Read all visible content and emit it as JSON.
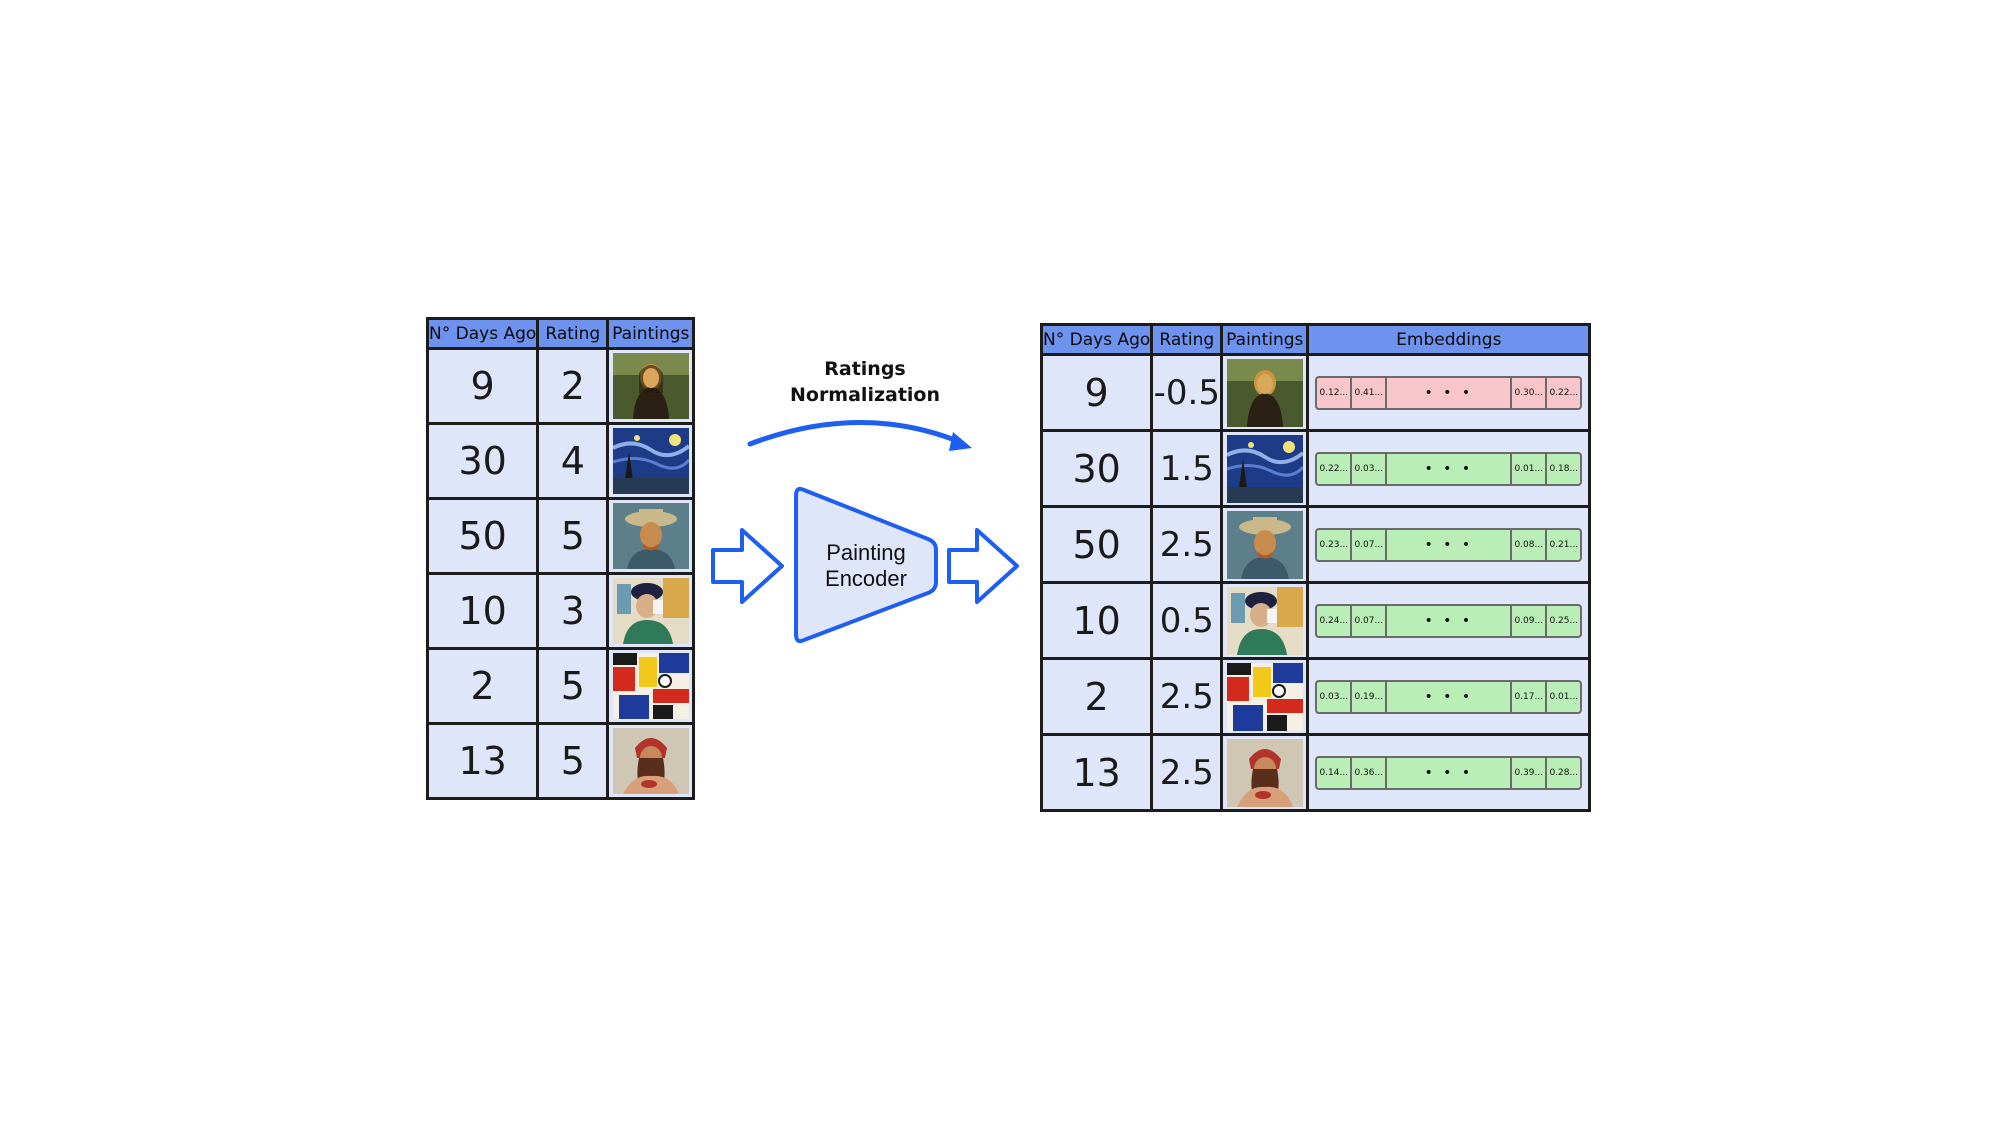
{
  "left_table": {
    "headers": [
      "N° Days Ago",
      "Rating",
      "Paintings"
    ],
    "rows": [
      {
        "days": "9",
        "rating": "2",
        "painting": "mona-lisa"
      },
      {
        "days": "30",
        "rating": "4",
        "painting": "starry-night"
      },
      {
        "days": "50",
        "rating": "5",
        "painting": "van-gogh-self-portrait"
      },
      {
        "days": "10",
        "rating": "3",
        "painting": "bandaged-ear-portrait"
      },
      {
        "days": "2",
        "rating": "5",
        "painting": "cubist-abstract"
      },
      {
        "days": "13",
        "rating": "5",
        "painting": "woman-red-headscarf"
      }
    ]
  },
  "normalization_label": {
    "line1": "Ratings",
    "line2": "Normalization"
  },
  "encoder": {
    "line1": "Painting",
    "line2": "Encoder"
  },
  "right_table": {
    "headers": [
      "N° Days Ago",
      "Rating",
      "Paintings",
      "Embeddings"
    ],
    "rows": [
      {
        "days": "9",
        "rating": "-0.5",
        "painting": "mona-lisa",
        "emb": [
          "0.12...",
          "0.41...",
          "• • •",
          "0.30...",
          "0.22..."
        ],
        "negative": true
      },
      {
        "days": "30",
        "rating": "1.5",
        "painting": "starry-night",
        "emb": [
          "0.22...",
          "0.03...",
          "• • •",
          "0.01...",
          "0.18..."
        ],
        "negative": false
      },
      {
        "days": "50",
        "rating": "2.5",
        "painting": "van-gogh-self-portrait",
        "emb": [
          "0.23...",
          "0.07...",
          "• • •",
          "0.08...",
          "0.21..."
        ],
        "negative": false
      },
      {
        "days": "10",
        "rating": "0.5",
        "painting": "bandaged-ear-portrait",
        "emb": [
          "0.24...",
          "0.07...",
          "• • •",
          "0.09...",
          "0.25..."
        ],
        "negative": false
      },
      {
        "days": "2",
        "rating": "2.5",
        "painting": "cubist-abstract",
        "emb": [
          "0.03...",
          "0.19...",
          "• • •",
          "0.17...",
          "0.01..."
        ],
        "negative": false
      },
      {
        "days": "13",
        "rating": "2.5",
        "painting": "woman-red-headscarf",
        "emb": [
          "0.14...",
          "0.36...",
          "• • •",
          "0.39...",
          "0.28..."
        ],
        "negative": false
      }
    ]
  },
  "colors": {
    "header_blue": "#6d93ee",
    "cell_blue": "#dfe6fa",
    "arrow_blue": "#1e5ef0",
    "emb_positive": "#b9efb6",
    "emb_negative": "#f8c6ca"
  }
}
